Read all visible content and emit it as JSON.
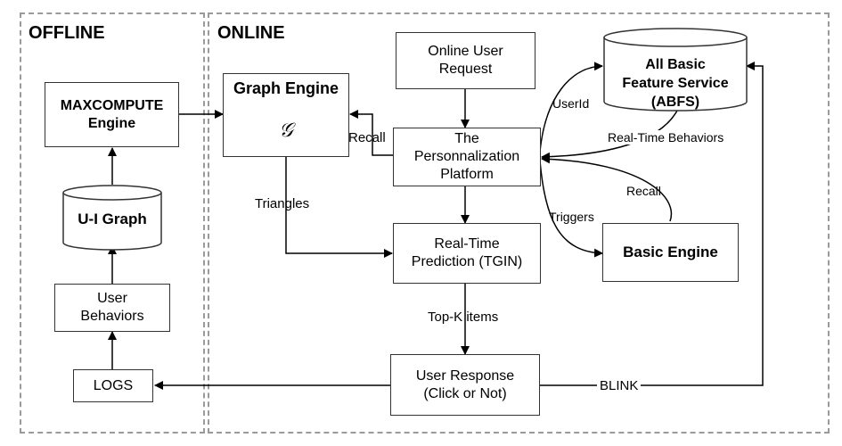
{
  "regions": {
    "offline": "OFFLINE",
    "online": "ONLINE"
  },
  "nodes": {
    "maxcompute": "MAXCOMPUTE\nEngine",
    "ui_graph": "U-I Graph",
    "user_behaviors": "User\nBehaviors",
    "logs": "LOGS",
    "graph_engine": "Graph Engine",
    "graph_symbol": "𝒢",
    "online_user_request": "Online User\nRequest",
    "personalization_platform": "The\nPersonnalization\nPlatform",
    "real_time_prediction": "Real-Time\nPrediction (TGIN)",
    "user_response": "User Response\n(Click or Not)",
    "abfs": "All Basic\nFeature Service\n(ABFS)",
    "basic_engine": "Basic Engine"
  },
  "edge_labels": {
    "recall_graph": "Recall",
    "triangles": "Triangles",
    "top_k": "Top-K  items",
    "blink": "BLINK",
    "userid": "UserId",
    "real_time_behaviors": "Real-Time Behaviors",
    "recall_basic": "Recall",
    "triggers": "Triggers"
  }
}
